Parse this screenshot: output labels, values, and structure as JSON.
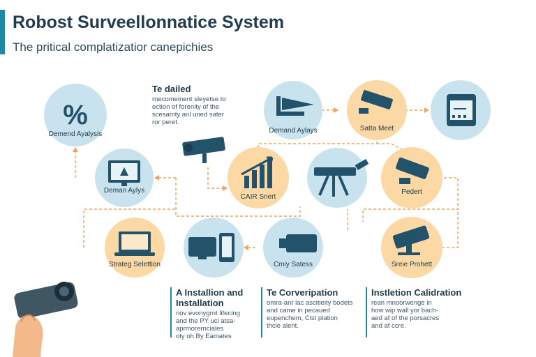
{
  "header": {
    "title": "Robost Surveellonnatice System",
    "subtitle": "The pritical complatizatior canepichies"
  },
  "nodes": [
    {
      "label": "Demend Ayalysis",
      "icon": "percent-icon"
    },
    {
      "label": "Demand Aylays",
      "icon": "screen-chart-icon"
    },
    {
      "label": "Satta Meet",
      "icon": "security-camera-icon"
    },
    {
      "label": "Deman Aylys",
      "icon": "monitor-chart-icon"
    },
    {
      "label": "CAIR Snert",
      "icon": "bar-chart-icon"
    },
    {
      "label": "Pedert",
      "icon": "security-camera-icon"
    },
    {
      "label": "Strateg Selettion",
      "icon": "laptop-icon"
    },
    {
      "label": "Cmiy Satess",
      "icon": "bullet-camera-icon"
    },
    {
      "label": "Sreie Prohett",
      "icon": "security-camera-icon"
    }
  ],
  "notes": {
    "top": {
      "heading": "Te dailed",
      "body": [
        "rnecomeinent sleyetse to",
        "ection of forenity of the",
        "scesamty anl uned sater",
        "ror peret."
      ]
    },
    "bottom_left": {
      "heading": "A Installion and Installation",
      "body": [
        "nov evonygrnt lifecing",
        "and the PY ucl atsa-",
        "aprmorernciales",
        "oty oh By Eamates"
      ]
    },
    "bottom_mid": {
      "heading": "Te Corveripation",
      "body": [
        "omra-anr lac ascitieity bodets",
        "and came in pecaued",
        "eupenchem, Cist plation",
        "thcie alent."
      ]
    },
    "bottom_right": {
      "heading": "Instletion Calidration",
      "body": [
        "rean mnoorwenge in",
        "how wip wall yor bach-",
        "aed af of the porsacres",
        "and af ccre."
      ]
    }
  },
  "colors": {
    "accent": "#1d8aa3",
    "blue_node": "#c9e3ee",
    "orange_node": "#fbd8a4",
    "icon": "#23536b",
    "arrow": "#f0a35e"
  }
}
